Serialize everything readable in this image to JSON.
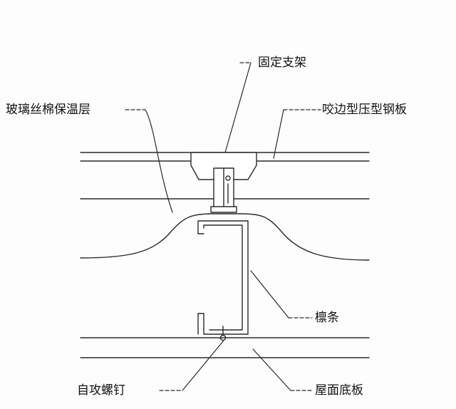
{
  "diagram": {
    "labels": {
      "fixed_bracket": "固定支架",
      "glass_wool_insulation": "玻璃丝棉保温层",
      "seam_locked_steel_sheet": "咬边型压型钢板",
      "purlin": "檩条",
      "self_tapping_screw": "自攻螺钉",
      "roof_base_panel": "屋面底板"
    },
    "colors": {
      "line": "#2b2b2b",
      "background": "#fdfdfd"
    }
  }
}
